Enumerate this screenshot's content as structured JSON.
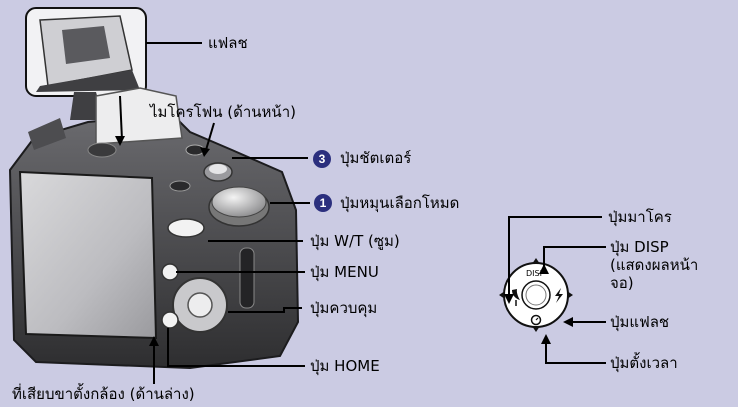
{
  "labels": {
    "flash": "แฟลช",
    "microphone": "ไมโครโฟน (ด้านหน้า)",
    "shutter": "ปุ่มชัตเตอร์",
    "mode_dial": "ปุ่มหมุนเลือกโหมด",
    "zoom": "ปุ่ม W/T (ซูม)",
    "menu": "ปุ่ม MENU",
    "control": "ปุ่มควบคุม",
    "home": "ปุ่ม HOME",
    "tripod": "ที่เสียบขาตั้งกล้อง (ด้านล่าง)",
    "macro": "ปุ่มมาโคร",
    "disp": "ปุ่ม DISP\n(แสดงผลหน้า\nจอ)",
    "flash_btn": "ปุ่มแฟลช",
    "timer": "ปุ่มตั้งเวลา"
  },
  "badges": {
    "shutter": "3",
    "mode_dial": "1"
  },
  "control_text": {
    "disp": "DISP"
  },
  "icons": {
    "macro": "macro-tulip-icon",
    "flash": "flash-lightning-icon",
    "timer": "self-timer-icon"
  },
  "colors": {
    "background": "#cbcbe3",
    "badge": "#2b2f7e",
    "camera": "#4a4a4c"
  }
}
